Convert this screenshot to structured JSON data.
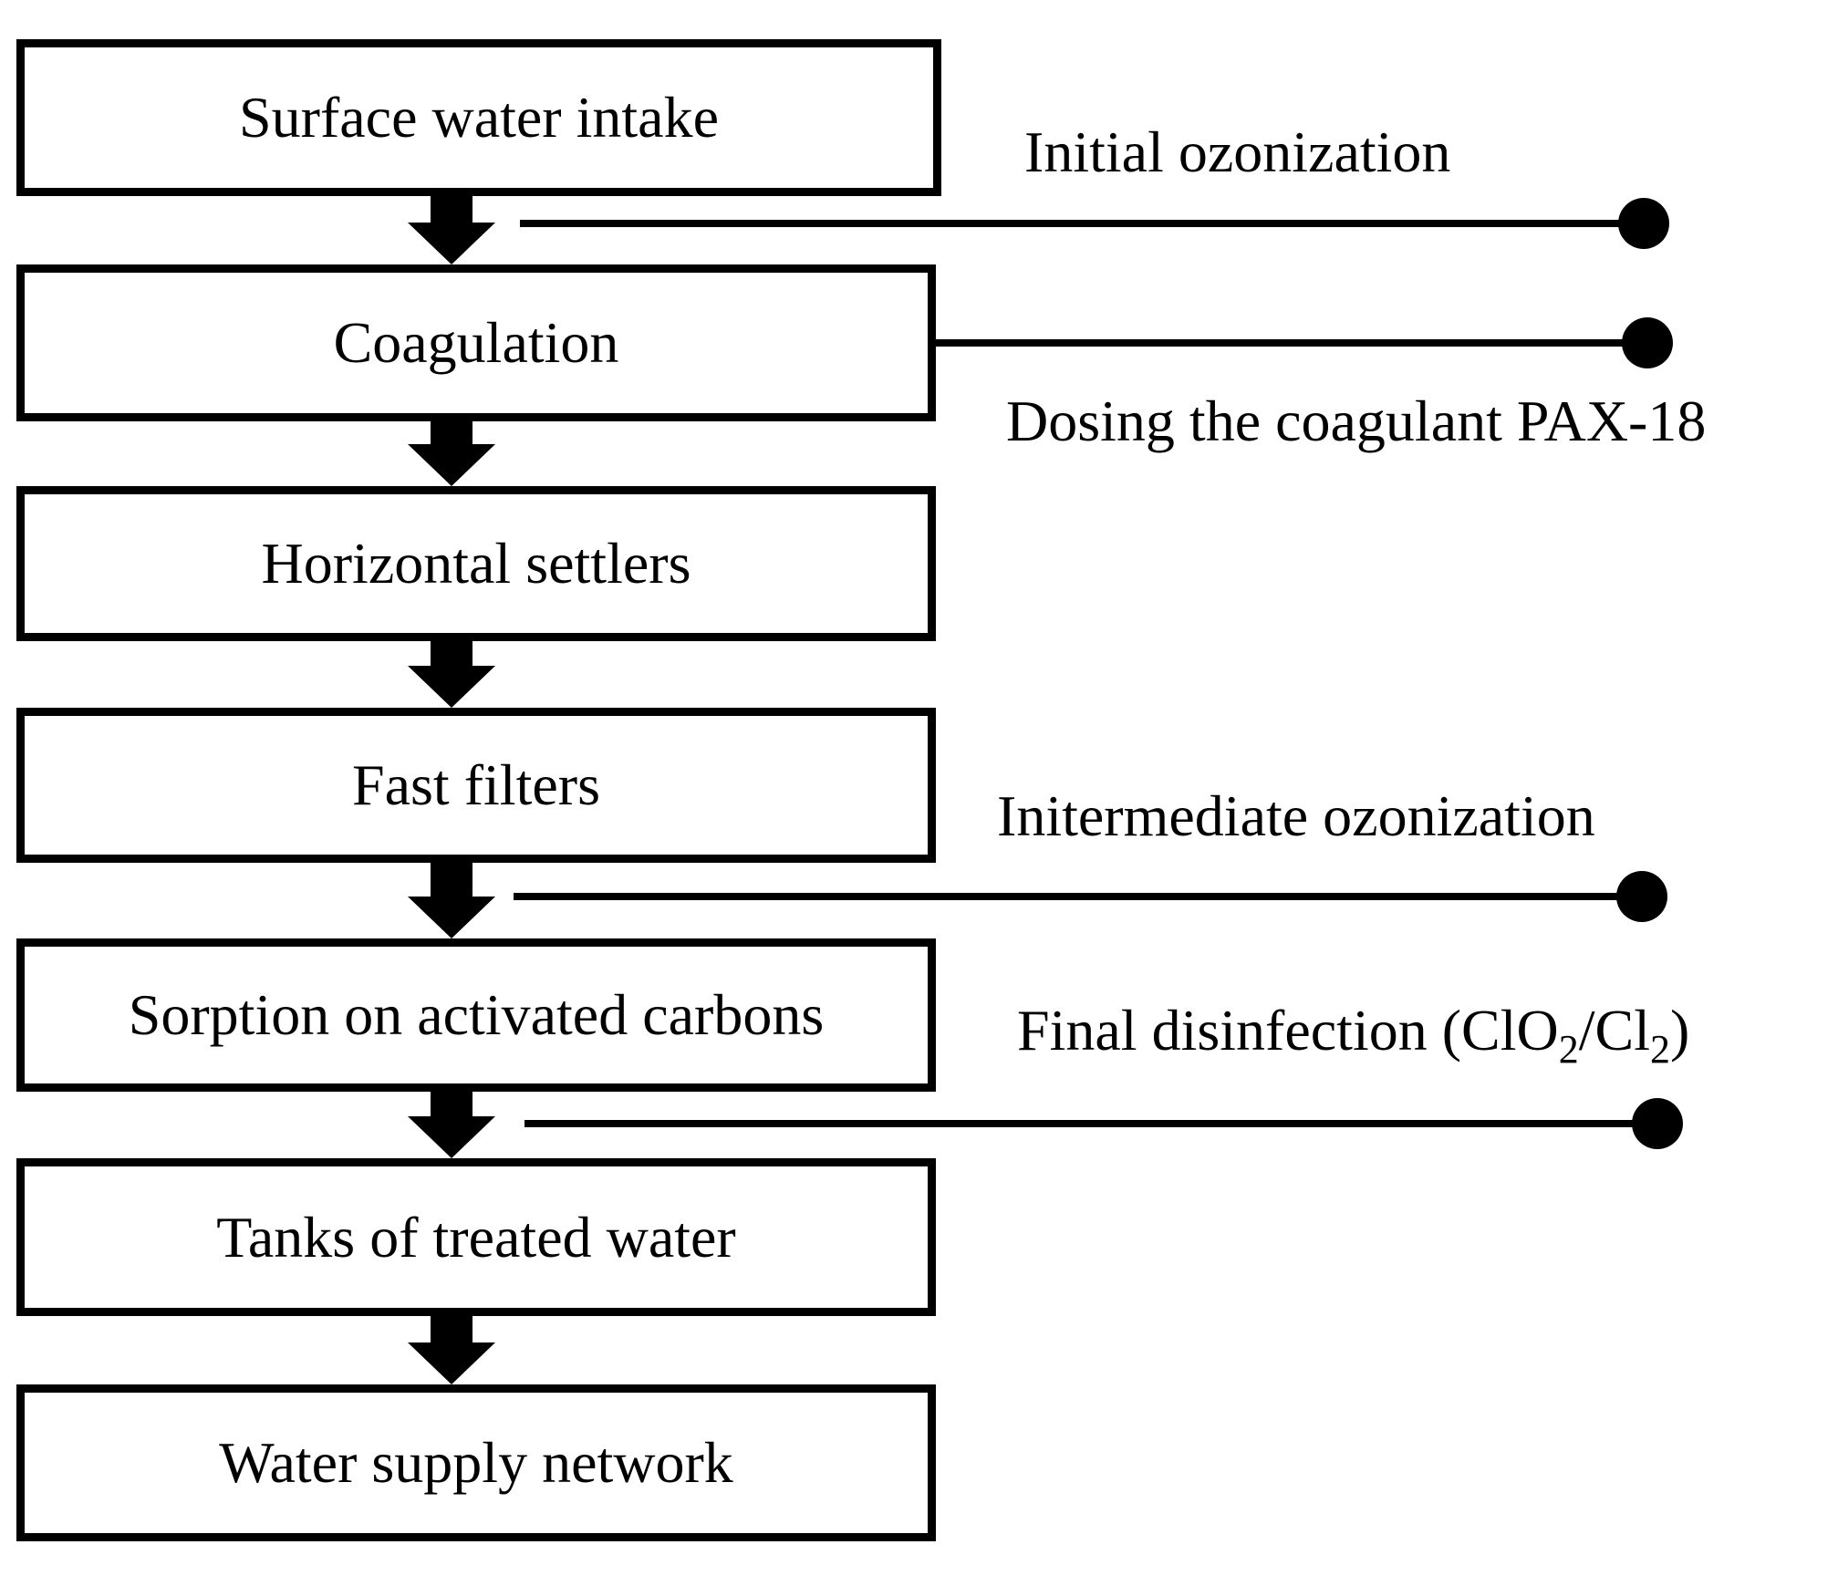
{
  "figure": {
    "colors": {
      "ink": "#000000",
      "background": "#ffffff"
    },
    "process_boxes": [
      "Surface water intake",
      "Coagulation",
      "Horizontal settlers",
      "Fast filters",
      "Sorption on activated carbons",
      "Tanks of treated water",
      "Water supply network"
    ],
    "annotations": {
      "initial_ozonization": "Initial ozonization",
      "dosing_coagulant": "Dosing the coagulant PAX-18",
      "intermediate_ozonization": "Initermediate ozonization",
      "final_disinfection": {
        "prefix": "Final disinfection (ClO",
        "sub_a": "2",
        "middle": "/Cl",
        "sub_b": "2",
        "suffix": ")"
      }
    }
  }
}
